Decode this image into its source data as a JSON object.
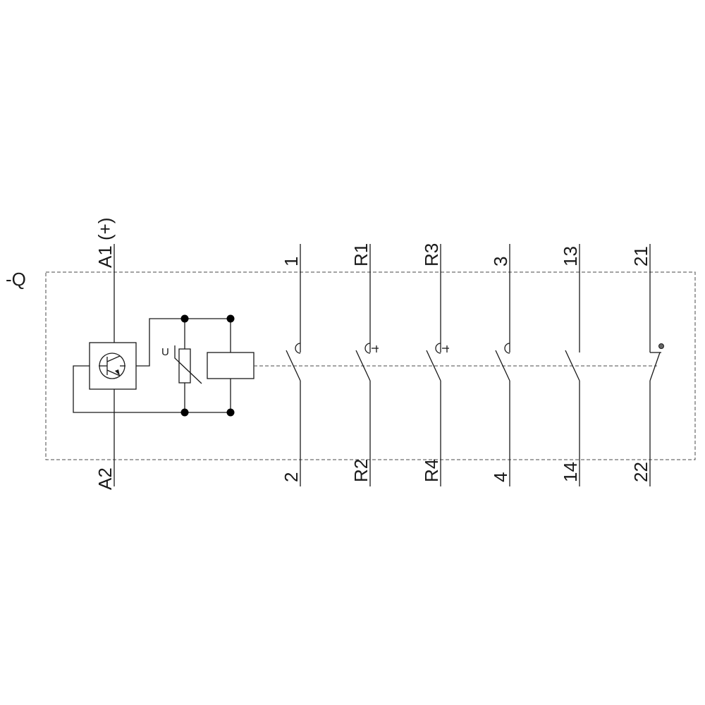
{
  "designation": "-Q",
  "coil": {
    "top_label": "A1 (+)",
    "bottom_label": "A2",
    "varistor_label": "U"
  },
  "contacts": [
    {
      "top": "1",
      "bottom": "2",
      "kind": "no-main"
    },
    {
      "top": "R1",
      "bottom": "R2",
      "kind": "no-main-aux"
    },
    {
      "top": "R3",
      "bottom": "R4",
      "kind": "no-main-aux"
    },
    {
      "top": "3",
      "bottom": "4",
      "kind": "no-main"
    },
    {
      "top": "13",
      "bottom": "14",
      "kind": "no-aux"
    },
    {
      "top": "21",
      "bottom": "22",
      "kind": "nc-aux"
    }
  ]
}
